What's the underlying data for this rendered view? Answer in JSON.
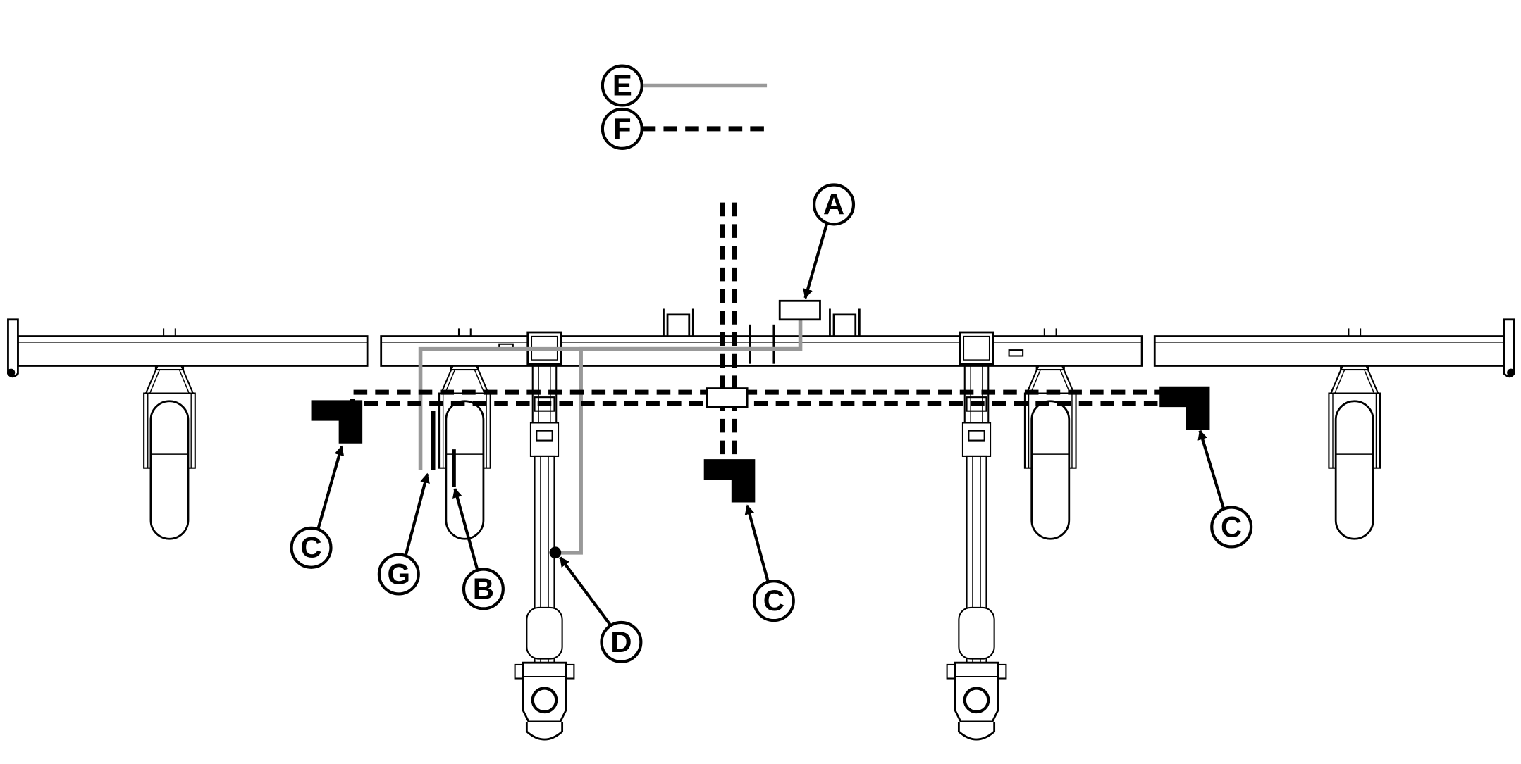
{
  "legend": [
    {
      "label": "E",
      "line_style": "solid",
      "color": "#999999"
    },
    {
      "label": "F",
      "line_style": "dashed",
      "color": "#000000"
    }
  ],
  "callouts": {
    "a": "A",
    "b": "B",
    "c1": "C",
    "c2": "C",
    "c3": "C",
    "d": "D",
    "g": "G"
  }
}
